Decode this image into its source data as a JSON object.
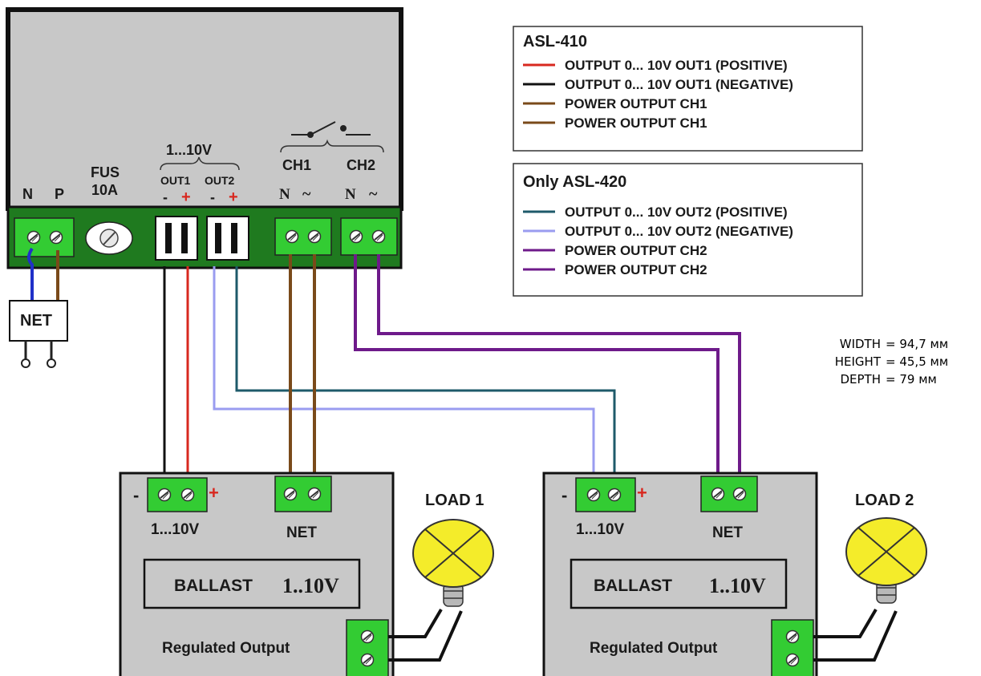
{
  "controller": {
    "terminal_labels": {
      "n": "N",
      "p": "P",
      "fuse": "FUS",
      "fuse_rating": "10A"
    },
    "analog_group": {
      "label": "1...10V",
      "out1": "OUT1",
      "out2": "OUT2",
      "minus": "-",
      "plus": "+"
    },
    "channels": {
      "ch1": "CH1",
      "ch2": "CH2",
      "n1": "N",
      "tilde1": "~",
      "n2": "N",
      "tilde2": "~"
    },
    "net_plug": "NET"
  },
  "legend_asl410": {
    "title": "ASL-410",
    "items": [
      {
        "label": "OUTPUT 0... 10V OUT1 (POSITIVE)",
        "color": "#d8281f"
      },
      {
        "label": "OUTPUT 0... 10V OUT1 (NEGATIVE)",
        "color": "#111111"
      },
      {
        "label": "POWER OUTPUT CH1",
        "color": "#7a4a1a"
      },
      {
        "label": "POWER OUTPUT CH1",
        "color": "#7a4a1a"
      }
    ]
  },
  "legend_asl420": {
    "title": "Only ASL-420",
    "items": [
      {
        "label": "OUTPUT 0... 10V OUT2 (POSITIVE)",
        "color": "#1e5a6a"
      },
      {
        "label": "OUTPUT 0... 10V OUT2 (NEGATIVE)",
        "color": "#9a9cf0"
      },
      {
        "label": "POWER OUTPUT CH2",
        "color": "#6e1a8a"
      },
      {
        "label": "POWER OUTPUT CH2",
        "color": "#6e1a8a"
      }
    ]
  },
  "dimensions": [
    {
      "label": "WIDTH",
      "value": "= 94,7 мм"
    },
    {
      "label": "HEIGHT",
      "value": "= 45,5 мм"
    },
    {
      "label": "DEPTH",
      "value": "= 79 мм"
    }
  ],
  "ballast_1": {
    "analog_label": "1...10V",
    "net_label": "NET",
    "title": "BALLAST",
    "rating": "1..10V",
    "regulated": "Regulated Output",
    "load": "LOAD 1",
    "minus": "-",
    "plus": "+"
  },
  "ballast_2": {
    "analog_label": "1...10V",
    "net_label": "NET",
    "title": "BALLAST",
    "rating": "1..10V",
    "regulated": "Regulated Output",
    "load": "LOAD 2",
    "minus": "-",
    "plus": "+"
  },
  "colors": {
    "enclosure": "#c8c8c8",
    "terminal_green": "#33cc33",
    "terminal_strip": "#1f7a1f",
    "lamp": "#f4ec2a",
    "wire_blue": "#2030c8"
  }
}
